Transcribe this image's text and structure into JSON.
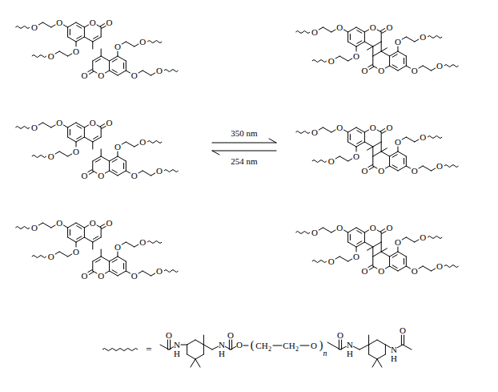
{
  "diagram": {
    "labels": [
      "O",
      "O",
      "O",
      "O",
      "O",
      "O",
      "O",
      "O",
      "O",
      "O",
      "O",
      "O",
      "O",
      "O",
      "O",
      "O",
      "O",
      "O",
      "O",
      "O",
      "O",
      "O",
      "O",
      "O",
      "O",
      "O",
      "O",
      "O",
      "O",
      "O",
      "O",
      "O",
      "O",
      "O",
      "O",
      "O",
      "350 nm",
      "254 nm",
      "O",
      "O",
      "O",
      "O",
      "O",
      "O",
      "O",
      "O",
      "O",
      "O",
      "O",
      "O",
      "O",
      "O",
      "O",
      "O",
      "O",
      "O",
      "O",
      "O",
      "O",
      "O",
      "O",
      "O",
      "O",
      "O",
      "O",
      "O",
      "O",
      "O",
      "O",
      "O",
      "O",
      "O",
      "O",
      "O",
      "=",
      "O",
      "N",
      "H",
      "N",
      "H",
      "O",
      "O",
      "(",
      "CH",
      "2",
      "CH",
      "2",
      "O",
      ")",
      "n",
      "O",
      "N",
      "H",
      "N",
      "H",
      "O"
    ]
  }
}
